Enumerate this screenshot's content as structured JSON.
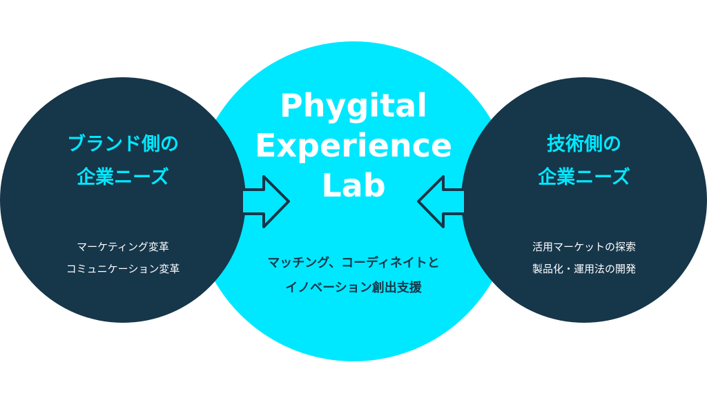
{
  "center": {
    "title_lines": [
      "Phygital",
      "Experience",
      "Lab"
    ],
    "sub_lines": [
      "マッチング、コーディネイトと",
      "イノベーション創出支援"
    ]
  },
  "left": {
    "head_lines": [
      "ブランド側の",
      "企業ニーズ"
    ],
    "sub_lines": [
      "マーケティング変革",
      "コミュニケーション変革"
    ]
  },
  "right": {
    "head_lines": [
      "技術側の",
      "企業ニーズ"
    ],
    "sub_lines": [
      "活用マーケットの探索",
      "製品化・運用法の開発"
    ]
  },
  "colors": {
    "dark": "#16364a",
    "cyan": "#00e8ff",
    "white": "#ffffff"
  }
}
